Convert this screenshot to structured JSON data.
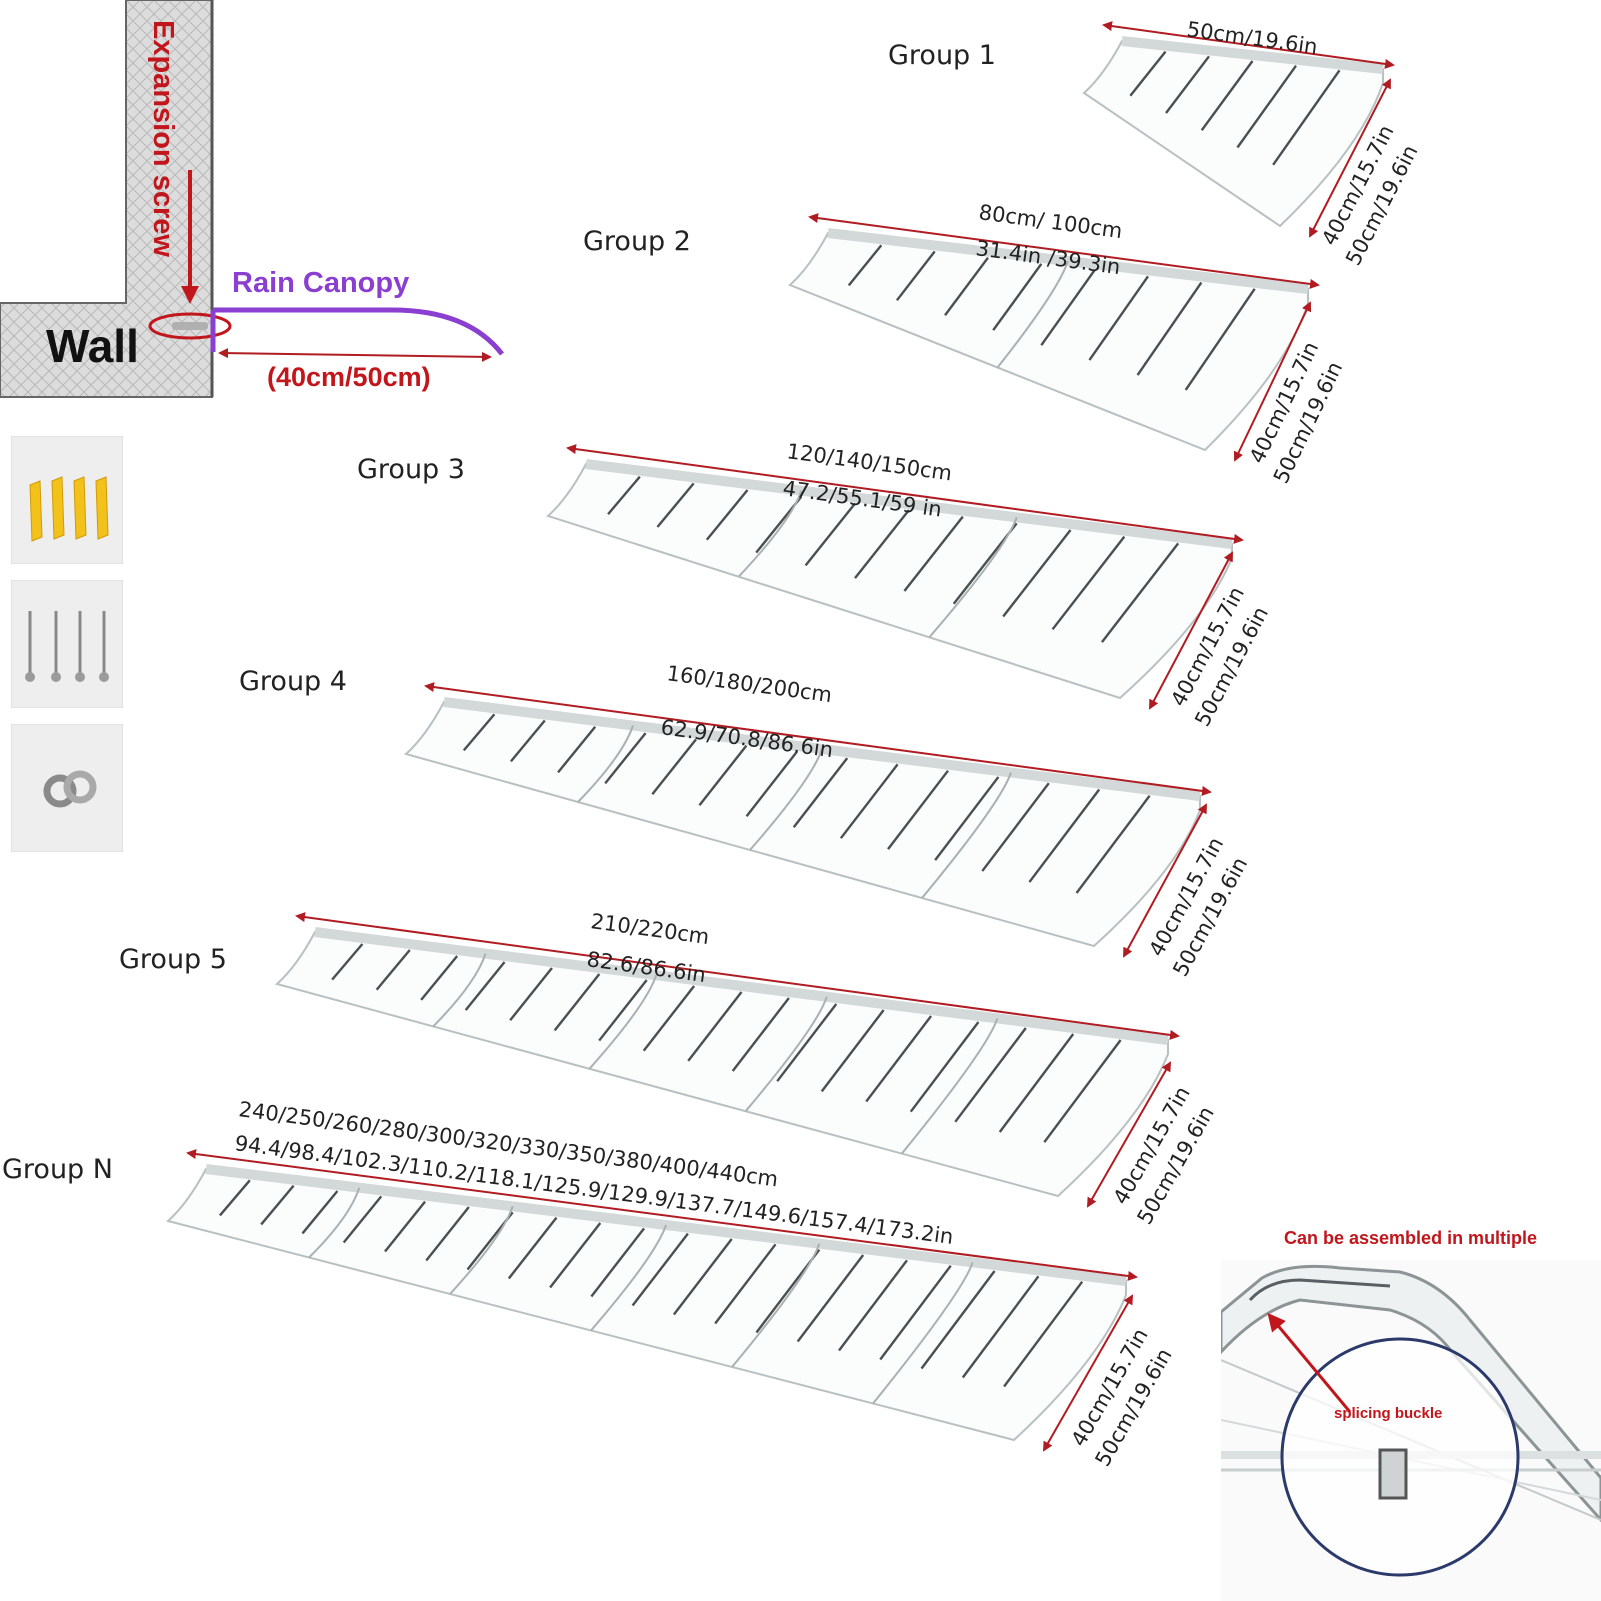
{
  "colors": {
    "arrow": "#b01c22",
    "accent_red": "#c0161c",
    "canopy_purple": "#8a3fd1",
    "wall_fill": "#d8d8d8"
  },
  "side_diagram": {
    "wall_label": "Wall",
    "screw_label": "Expansion screw",
    "canopy_label": "Rain Canopy",
    "depth_label": "(40cm/50cm)"
  },
  "hardware": [
    {
      "icon": "wall-anchor-icon"
    },
    {
      "icon": "screw-icon"
    },
    {
      "icon": "washer-icon"
    }
  ],
  "groups": [
    {
      "name": "Group  1",
      "width_cm": "50cm/19.6in",
      "width_in": "",
      "depth_a": "40cm/15.7in",
      "depth_b": "50cm/19.6in",
      "panels": 1
    },
    {
      "name": "Group  2",
      "width_cm": "80cm/  100cm",
      "width_in": "31.4in /39.3in",
      "depth_a": "40cm/15.7in",
      "depth_b": "50cm/19.6in",
      "panels": 2
    },
    {
      "name": "Group  3",
      "width_cm": "120/140/150cm",
      "width_in": "47.2/55.1/59  in",
      "depth_a": "40cm/15.7in",
      "depth_b": "50cm/19.6in",
      "panels": 3
    },
    {
      "name": "Group  4",
      "width_cm": "160/180/200cm",
      "width_in": "62.9/70.8/86.6in",
      "depth_a": "40cm/15.7in",
      "depth_b": "50cm/19.6in",
      "panels": 4
    },
    {
      "name": "Group  5",
      "width_cm": "210/220cm",
      "width_in": "82.6/86.6in",
      "depth_a": "40cm/15.7in",
      "depth_b": "50cm/19.6in",
      "panels": 5
    },
    {
      "name": "Group  N",
      "width_cm": "240/250/260/280/300/320/330/350/380/400/440cm",
      "width_in": "94.4/98.4/102.3/110.2/118.1/125.9/129.9/137.7/149.6/157.4/173.2in",
      "depth_a": "40cm/15.7in",
      "depth_b": "50cm/19.6in",
      "panels": 6
    }
  ],
  "detail": {
    "title": "Can be assembled in multiple",
    "callout": "splicing buckle"
  }
}
